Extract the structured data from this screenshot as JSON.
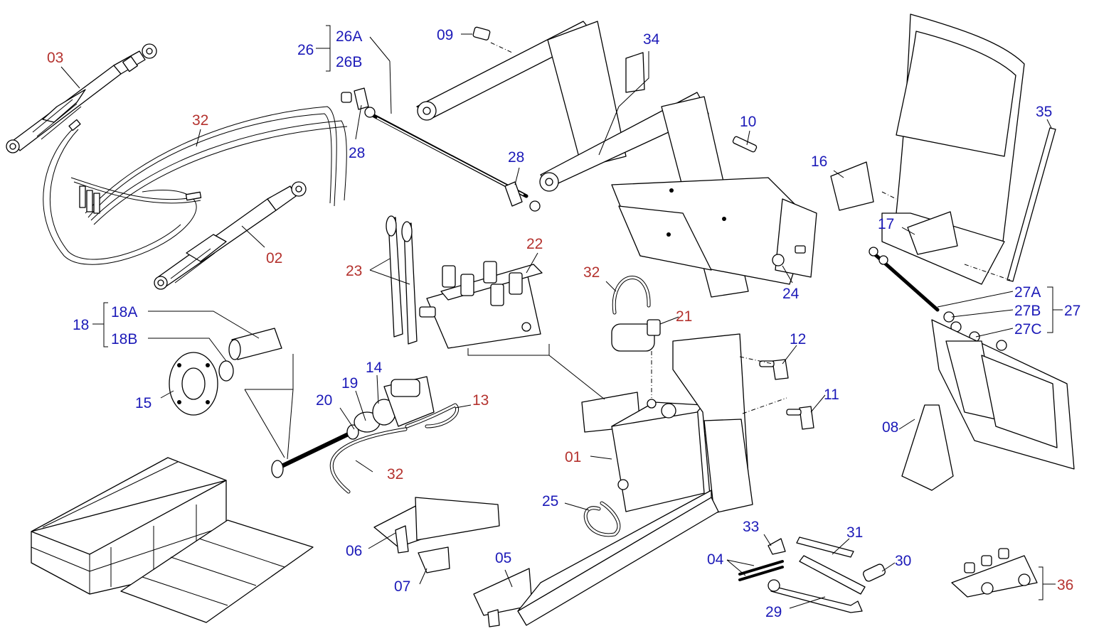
{
  "colors": {
    "label_red": "#b4322e",
    "label_blue": "#1c1ab8",
    "line": "#000000",
    "background": "#ffffff"
  },
  "labels": {
    "p03": "03",
    "p02": "02",
    "p32a": "32",
    "p32b": "32",
    "p32c": "32",
    "p26": "26",
    "p26A": "26A",
    "p26B": "26B",
    "p28a": "28",
    "p28b": "28",
    "p09": "09",
    "p34": "34",
    "p10": "10",
    "p24": "24",
    "p23": "23",
    "p22": "22",
    "p21": "21",
    "p18": "18",
    "p18A": "18A",
    "p18B": "18B",
    "p15": "15",
    "p20": "20",
    "p19": "19",
    "p14": "14",
    "p13": "13",
    "p01": "01",
    "p12": "12",
    "p11": "11",
    "p25": "25",
    "p06": "06",
    "p07": "07",
    "p05": "05",
    "p04": "04",
    "p33": "33",
    "p31": "31",
    "p30": "30",
    "p29": "29",
    "p36": "36",
    "p16": "16",
    "p17": "17",
    "p35": "35",
    "p27": "27",
    "p27A": "27A",
    "p27B": "27B",
    "p27C": "27C",
    "p08": "08"
  }
}
